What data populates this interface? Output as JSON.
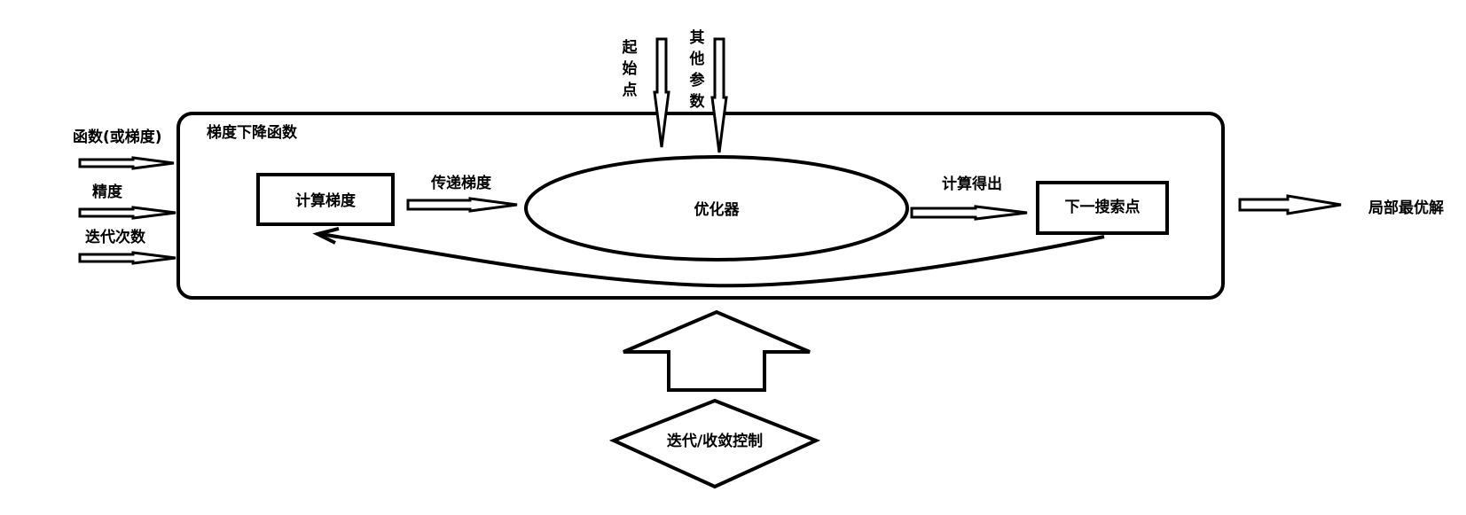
{
  "diagram": {
    "container_label": "梯度下降函数",
    "inputs": {
      "function": "函数(或梯度)",
      "precision": "精度",
      "iterations": "迭代次数"
    },
    "top_inputs": {
      "start_point": [
        "起",
        "始",
        "点"
      ],
      "other_params": [
        "其",
        "他",
        "参",
        "数"
      ]
    },
    "nodes": {
      "compute_gradient": "计算梯度",
      "optimizer": "优化器",
      "next_search_point": "下一搜索点",
      "iteration_control": "迭代/收敛控制"
    },
    "edges": {
      "pass_gradient": "传递梯度",
      "compute_result": "计算得出"
    },
    "output": "局部最优解"
  }
}
